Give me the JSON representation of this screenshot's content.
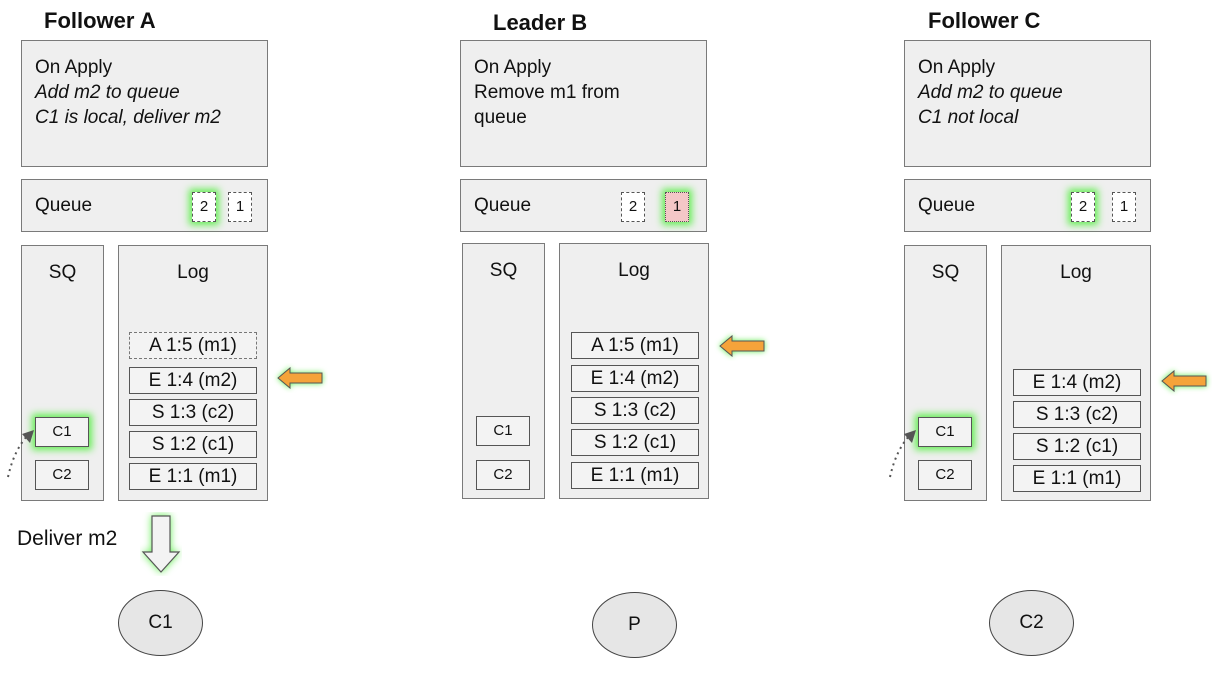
{
  "followerA": {
    "title": "Follower A",
    "apply": {
      "line1": "On Apply",
      "line2": "Add m2 to queue",
      "line3": "C1 is local, deliver m2"
    },
    "queue": {
      "label": "Queue",
      "slot1": "2",
      "slot2": "1"
    },
    "sq": {
      "label": "SQ",
      "c1": "C1",
      "c2": "C2"
    },
    "log": {
      "label": "Log",
      "entries": [
        "A 1:5 (m1)",
        "E 1:4 (m2)",
        "S 1:3 (c2)",
        "S 1:2 (c1)",
        "E 1:1 (m1)"
      ]
    },
    "deliver": "Deliver m2",
    "client": "C1"
  },
  "leaderB": {
    "title": "Leader B",
    "apply": {
      "line1": "On Apply",
      "line2": "Remove m1 from",
      "line3": "queue"
    },
    "queue": {
      "label": "Queue",
      "slot1": "2",
      "slot2": "1"
    },
    "sq": {
      "label": "SQ",
      "c1": "C1",
      "c2": "C2"
    },
    "log": {
      "label": "Log",
      "entries": [
        "A 1:5 (m1)",
        "E 1:4 (m2)",
        "S 1:3 (c2)",
        "S 1:2 (c1)",
        "E 1:1 (m1)"
      ]
    },
    "client": "P"
  },
  "followerC": {
    "title": "Follower C",
    "apply": {
      "line1": "On Apply",
      "line2": "Add m2 to queue",
      "line3": "C1 not local"
    },
    "queue": {
      "label": "Queue",
      "slot1": "2",
      "slot2": "1"
    },
    "sq": {
      "label": "SQ",
      "c1": "C1",
      "c2": "C2"
    },
    "log": {
      "label": "Log",
      "entries": [
        "E 1:4 (m2)",
        "S 1:3 (c2)",
        "S 1:2 (c1)",
        "E 1:1 (m1)"
      ]
    },
    "client": "C2"
  },
  "colors": {
    "arrow": "#f5a33a",
    "glow": "#66ee55",
    "pinkSlot": "#f4c7c7",
    "boxBg": "#efefef"
  }
}
